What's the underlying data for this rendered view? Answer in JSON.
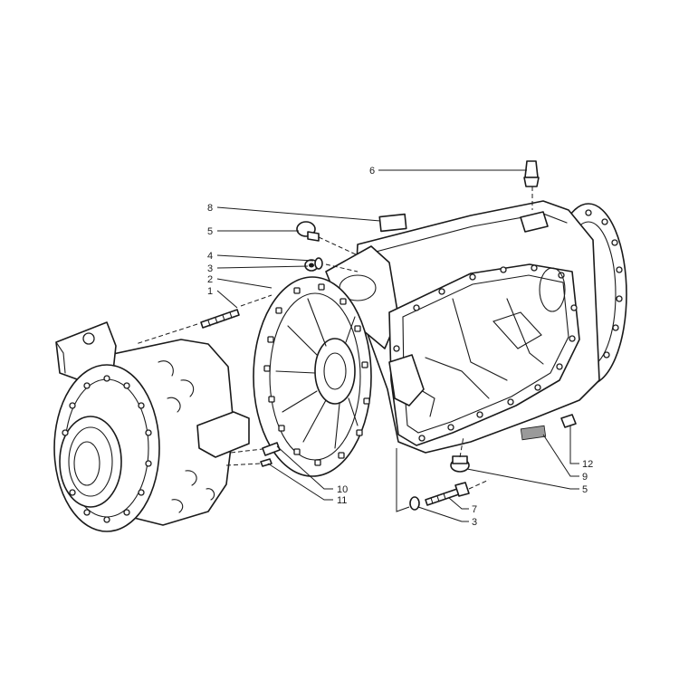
{
  "diagram": {
    "callouts": {
      "c1": "1",
      "c2": "2",
      "c3a": "3",
      "c3b": "3",
      "c4": "4",
      "c5a": "5",
      "c5b": "5",
      "c6": "6",
      "c7": "7",
      "c8": "8",
      "c9": "9",
      "c10": "10",
      "c11": "11",
      "c12": "12"
    }
  }
}
